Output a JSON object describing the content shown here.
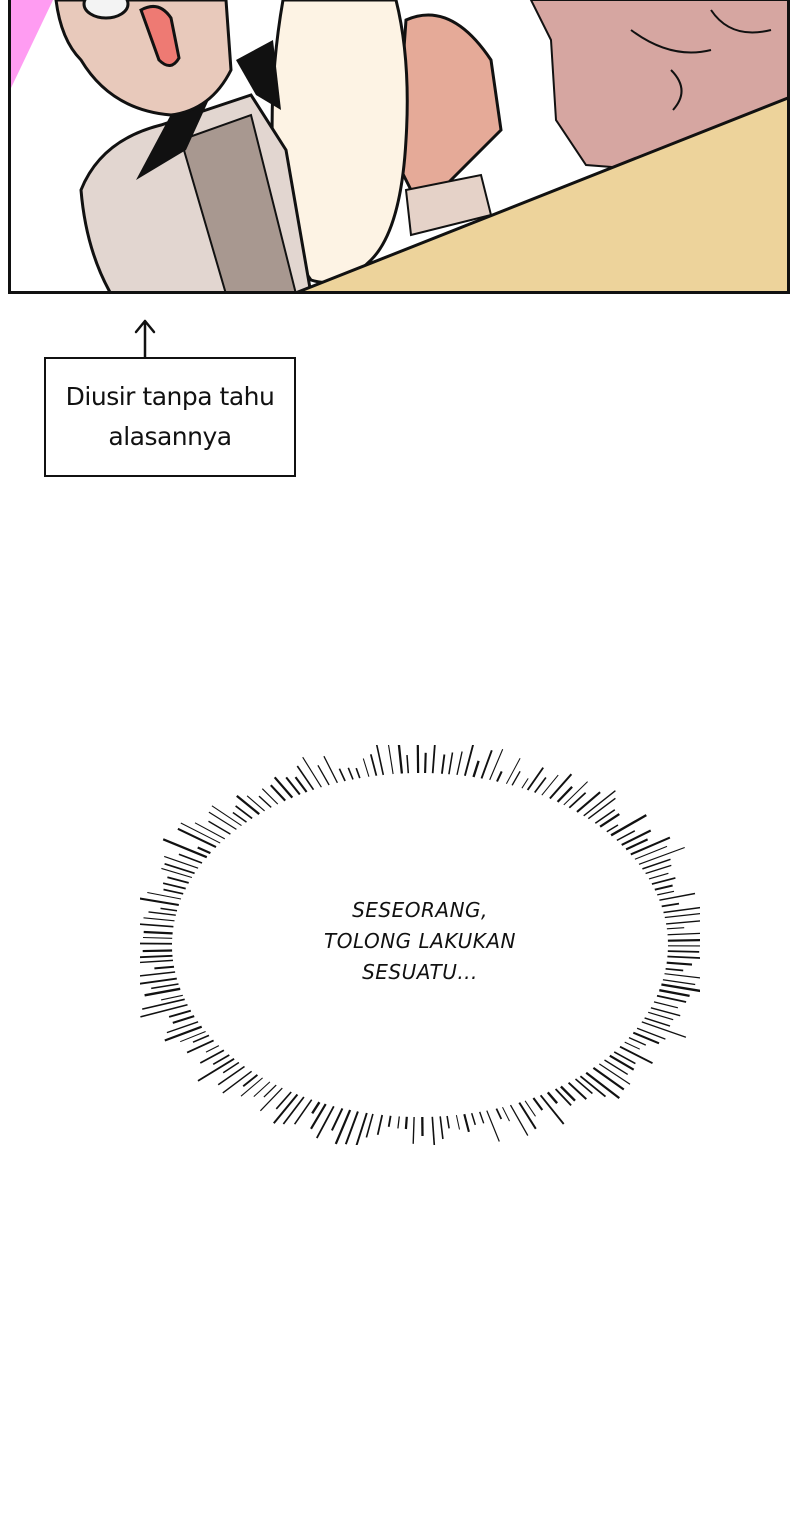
{
  "caption": {
    "line1": "Diusir tanpa tahu",
    "line2": "alasannya"
  },
  "thought_bubble": {
    "line1": "SESEORANG,",
    "line2": "TOLONG LAKUKAN",
    "line3": "SESUATU..."
  },
  "colors": {
    "skin": "#e8c9bb",
    "blouse": "#e2d6d0",
    "inner_shirt": "#a89890",
    "arm": "#fdf3e4",
    "sleeve": "#e5aa98",
    "torso": "#d6a6a1",
    "table": "#edd39b",
    "mouth": "#ee7a73",
    "pink_bg": "#ff9cf2",
    "ink": "#111111"
  }
}
